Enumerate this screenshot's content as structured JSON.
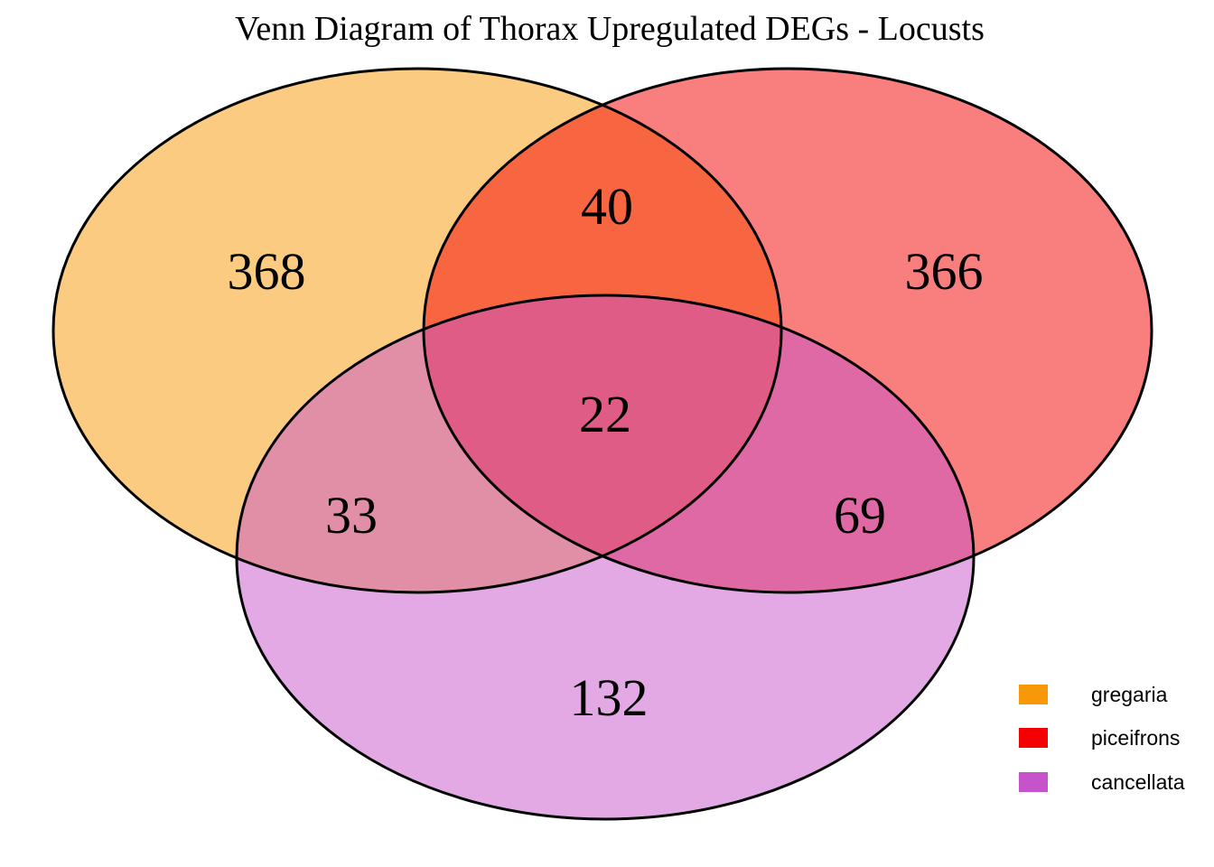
{
  "title": "Venn Diagram of Thorax Upregulated DEGs - Locusts",
  "colors": {
    "gregaria": "#F99806",
    "piceifrons": "#F40000",
    "cancellata": "#C653CB",
    "outline": "#000000"
  },
  "legend": {
    "items": [
      {
        "label": "gregaria",
        "color": "#F99806"
      },
      {
        "label": "piceifrons",
        "color": "#F40000"
      },
      {
        "label": "cancellata",
        "color": "#C653CB"
      }
    ]
  },
  "chart_data": {
    "type": "venn3",
    "title": "Venn Diagram of Thorax Upregulated DEGs - Locusts",
    "sets": [
      "gregaria",
      "piceifrons",
      "cancellata"
    ],
    "set_colors": [
      "#F99806",
      "#F40000",
      "#C653CB"
    ],
    "fill_opacity": 0.5,
    "legend_position": "bottom-right",
    "regions": {
      "gregaria_only": 368,
      "piceifrons_only": 366,
      "cancellata_only": 132,
      "gregaria_piceifrons": 40,
      "gregaria_cancellata": 33,
      "piceifrons_cancellata": 69,
      "all_three": 22
    }
  }
}
